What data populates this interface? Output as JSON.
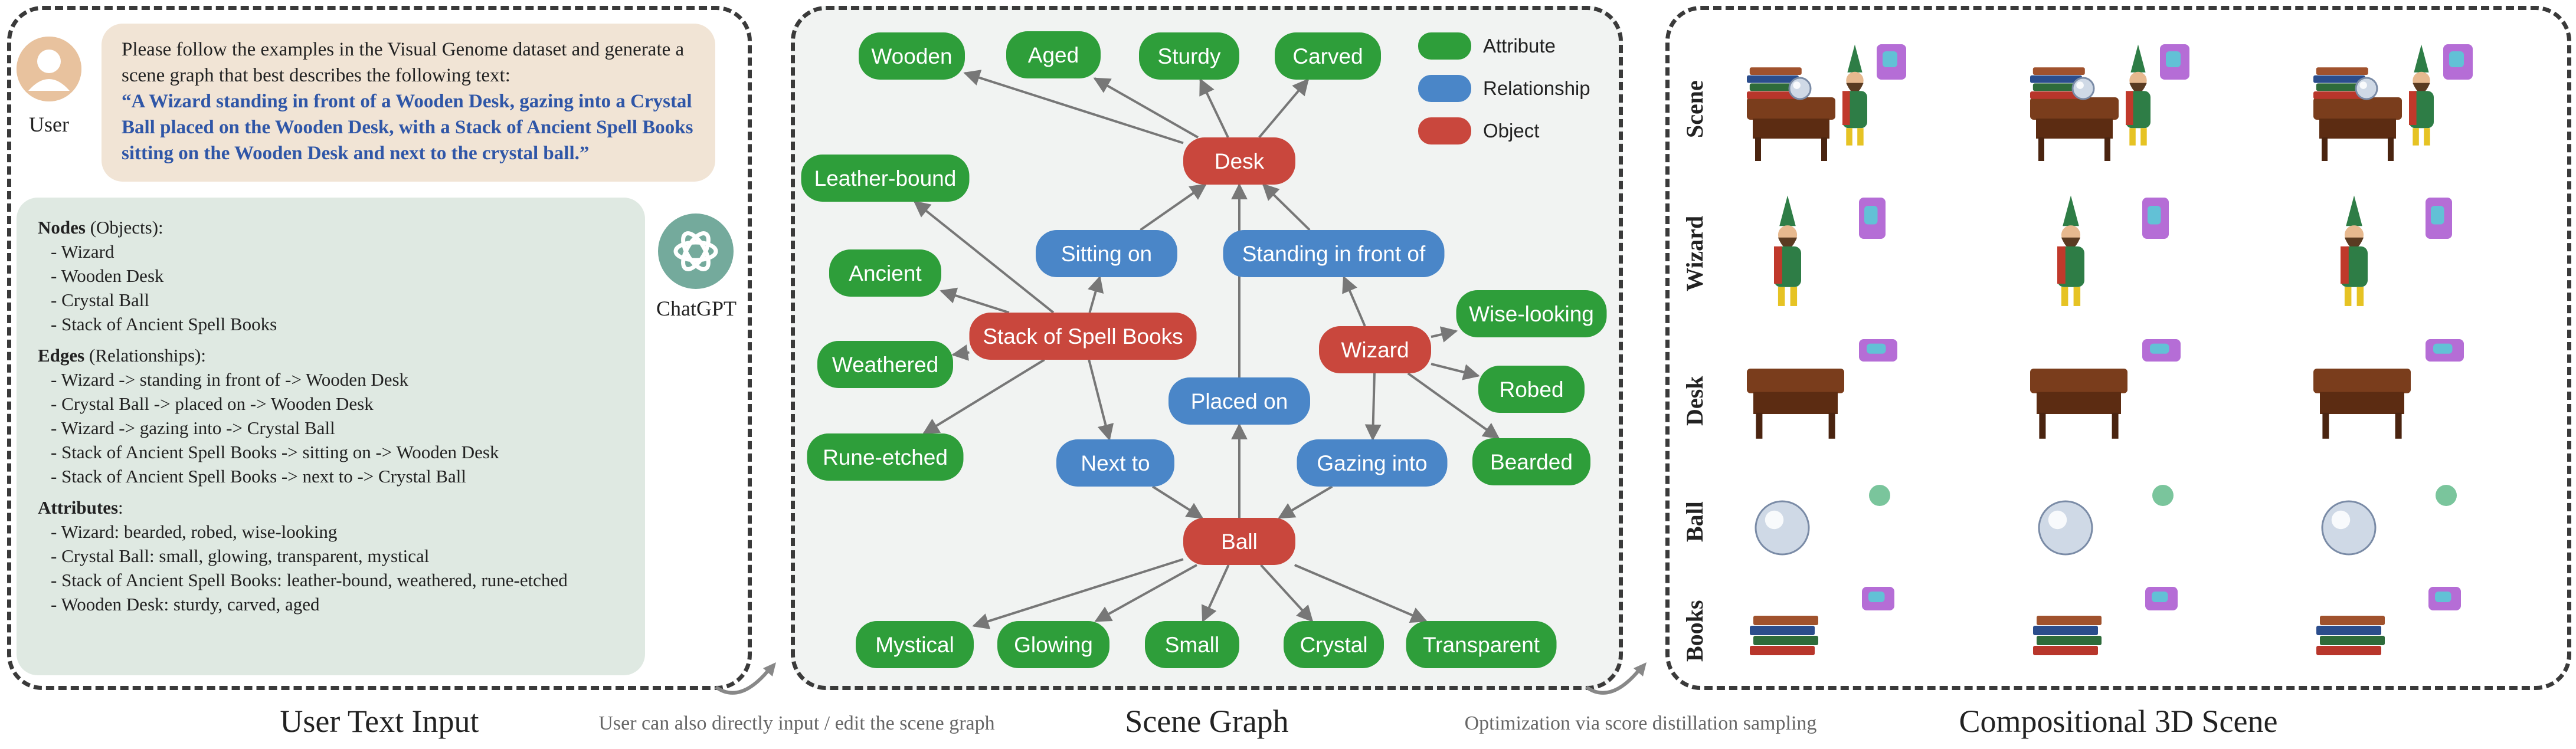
{
  "left_panel": {
    "user_label": "User",
    "request_text": "Please follow the examples in the Visual Genome dataset and generate a scene graph that best describes the following text:",
    "prompt_text": "“A Wizard standing in front of a Wooden Desk, gazing into a Crystal Ball placed on the Wooden Desk, with a Stack of Ancient Spell Books sitting on the Wooden Desk and next to the crystal ball.”",
    "assistant_label": "ChatGPT",
    "nodes_heading": "Nodes",
    "nodes_suffix": " (Objects):",
    "nodes": [
      "- Wizard",
      "- Wooden Desk",
      "- Crystal Ball",
      "- Stack of Ancient Spell Books"
    ],
    "edges_heading": "Edges",
    "edges_suffix": " (Relationships):",
    "edges": [
      "- Wizard -> standing in front of -> Wooden Desk",
      "- Crystal Ball -> placed on -> Wooden Desk",
      "- Wizard -> gazing into -> Crystal Ball",
      "- Stack of Ancient Spell Books -> sitting on -> Wooden Desk",
      "- Stack of Ancient Spell Books -> next to -> Crystal Ball"
    ],
    "attributes_heading": "Attributes",
    "attributes_suffix": ":",
    "attributes": [
      "- Wizard: bearded, robed, wise-looking",
      "- Crystal Ball: small, glowing, transparent, mystical",
      "- Stack of Ancient Spell Books: leather-bound, weathered, rune-etched",
      "- Wooden Desk: sturdy, carved, aged"
    ]
  },
  "captions": {
    "left": "User Text Input",
    "middle": "Scene Graph",
    "right": "Compositional 3D Scene",
    "arrow1": "User can also directly input / edit the scene graph",
    "arrow2": "Optimization via score distillation sampling"
  },
  "colors": {
    "attribute": "#2e9e3a",
    "relationship": "#4a86c8",
    "object": "#c9473d"
  },
  "legend": [
    "Attribute",
    "Relationship",
    "Object"
  ],
  "graph": {
    "nodes": {
      "wooden": "Wooden",
      "aged": "Aged",
      "sturdy": "Sturdy",
      "carved": "Carved",
      "desk": "Desk",
      "leather": "Leather-bound",
      "ancient": "Ancient",
      "weathered": "Weathered",
      "rune": "Rune-etched",
      "sitting_on": "Sitting on",
      "standing": "Standing in front of",
      "stack": "Stack of Spell Books",
      "wizard": "Wizard",
      "wise": "Wise-looking",
      "robed": "Robed",
      "bearded": "Bearded",
      "placed_on": "Placed on",
      "next_to": "Next to",
      "gazing": "Gazing into",
      "ball": "Ball",
      "mystical": "Mystical",
      "glowing": "Glowing",
      "small": "Small",
      "crystal": "Crystal",
      "transparent": "Transparent"
    }
  },
  "grid_rows": [
    "Scene",
    "Wizard",
    "Desk",
    "Ball",
    "Books"
  ]
}
